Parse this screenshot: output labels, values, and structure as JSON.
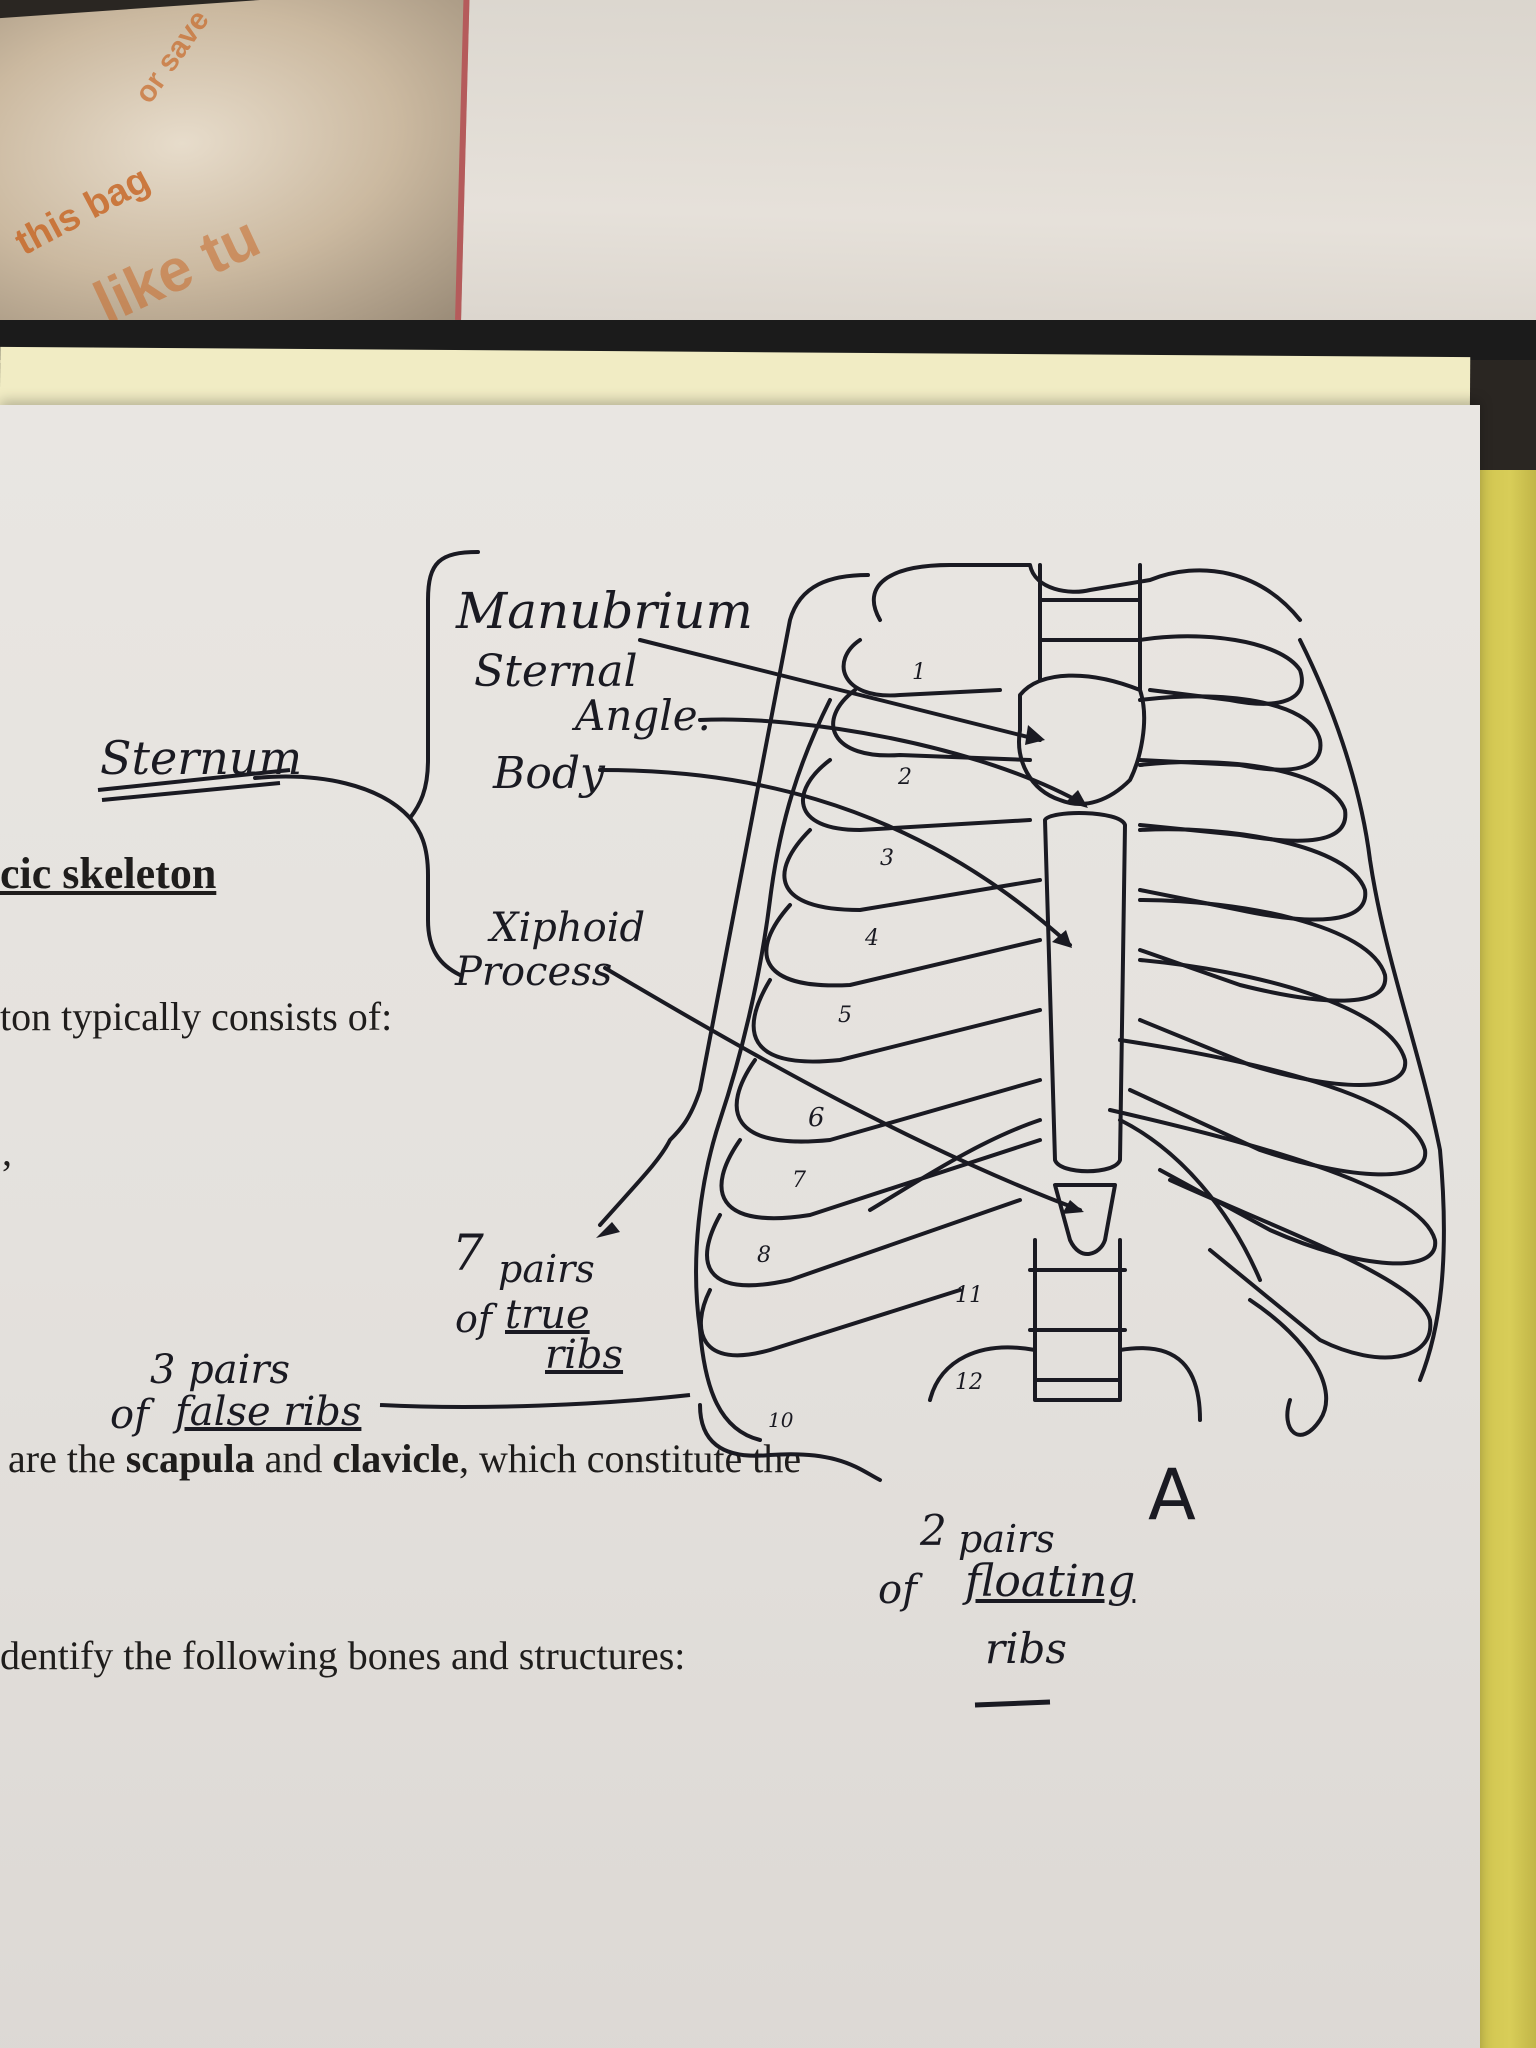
{
  "background": {
    "bag_text": [
      "or save",
      "this bag",
      "like tu"
    ]
  },
  "printed": {
    "heading": "cic skeleton",
    "line1": "ton typically consists of:",
    "line2": ",",
    "line3_pre": "are the ",
    "line3_b1": "scapula",
    "line3_mid": " and ",
    "line3_b2": "clavicle",
    "line3_post": ", which constitute the",
    "line4": "dentify the following bones and structures:"
  },
  "labels": {
    "sternum": "Sternum",
    "manubrium": "Manubrium",
    "sternal": "Sternal",
    "angle": "Angle.",
    "body": "Body",
    "xiphoid": "Xiphoid",
    "process": "Process",
    "true_ribs_num": "7",
    "true_ribs_pairs": "pairs",
    "true_ribs_of": "of",
    "true_ribs_true": "true",
    "true_ribs_ribs": "ribs",
    "false_ribs_line1": "3 pairs",
    "false_ribs_of": "of",
    "false_ribs_text": "false ribs",
    "floating_num": "2",
    "floating_pairs": "pairs",
    "floating_of": "of",
    "floating_word": "floating",
    "floating_ribs": "ribs",
    "figure_letter": "A",
    "rib_numbers": [
      "1",
      "2",
      "3",
      "4",
      "5",
      "6",
      "7",
      "8",
      "11",
      "12",
      "10"
    ]
  },
  "colors": {
    "ink": "#1a1a22",
    "paper": "#e6e3df",
    "yellow_divider": "#d8cd58"
  }
}
